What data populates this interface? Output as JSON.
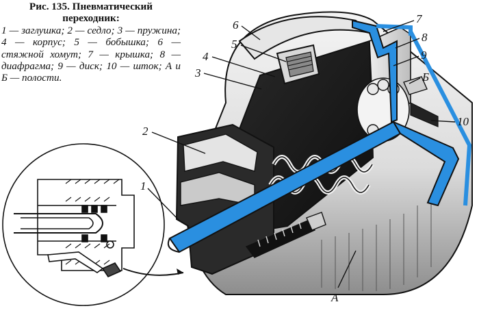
{
  "caption": {
    "figure": "Рис. 135.",
    "title_line1": "Пневматический",
    "title_line2": "переходник:",
    "legend": "1 — заглушка; 2 — седло; 3 — пружина; 4 — корпус; 5 — бобышка; 6 — стяжной хомут; 7 — крышка; 8 — диафрагма; 9 — диск; 10 — шток; А и Б — полости."
  },
  "labels": {
    "l1": "1",
    "l2": "2",
    "l3": "3",
    "l4": "4",
    "l5": "5",
    "l6": "6",
    "l7": "7",
    "l8": "8",
    "l9": "9",
    "l10": "10",
    "lA": "А",
    "lB": "Б"
  },
  "colors": {
    "accent_blue": "#2a8fe0",
    "dark_body": "#1b1b1b",
    "line": "#111111"
  }
}
